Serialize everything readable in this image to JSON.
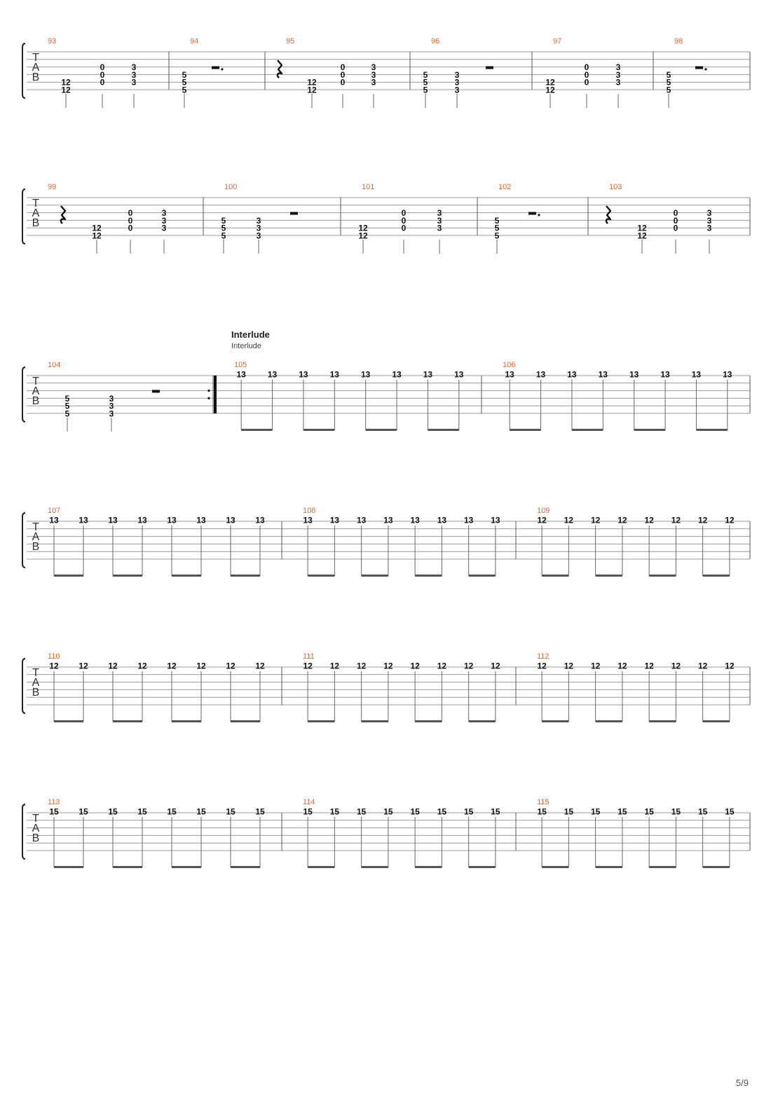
{
  "tab_clef": [
    "T",
    "A",
    "B"
  ],
  "section": {
    "title": "Interlude",
    "subtitle": "Interlude"
  },
  "page_number": "5/9",
  "colors": {
    "measure_number": "#e8642c",
    "staff_line": "#9a9a9a",
    "note": "#111111",
    "barline": "#555555"
  },
  "systems": [
    {
      "measures": [
        {
          "number": "93",
          "events": [
            {
              "kind": "chord",
              "frets": [
                null,
                null,
                null,
                null,
                "12",
                "12"
              ]
            },
            {
              "kind": "chord",
              "frets": [
                null,
                null,
                "0",
                "0",
                "0",
                null
              ]
            },
            {
              "kind": "chord",
              "frets": [
                null,
                null,
                "3",
                "3",
                "3",
                null
              ]
            }
          ]
        },
        {
          "number": "94",
          "events": [
            {
              "kind": "chord",
              "frets": [
                null,
                null,
                null,
                "5",
                "5",
                "5"
              ]
            },
            {
              "kind": "rest",
              "rest": "half-dotted"
            }
          ]
        },
        {
          "number": "95",
          "events": [
            {
              "kind": "rest",
              "rest": "quarter"
            },
            {
              "kind": "chord",
              "frets": [
                null,
                null,
                null,
                null,
                "12",
                "12"
              ]
            },
            {
              "kind": "chord",
              "frets": [
                null,
                null,
                "0",
                "0",
                "0",
                null
              ]
            },
            {
              "kind": "chord",
              "frets": [
                null,
                null,
                "3",
                "3",
                "3",
                null
              ]
            }
          ]
        },
        {
          "number": "96",
          "events": [
            {
              "kind": "chord",
              "frets": [
                null,
                null,
                null,
                "5",
                "5",
                "5"
              ]
            },
            {
              "kind": "chord",
              "frets": [
                null,
                null,
                null,
                "3",
                "3",
                "3"
              ]
            },
            {
              "kind": "rest",
              "rest": "half"
            }
          ]
        },
        {
          "number": "97",
          "events": [
            {
              "kind": "chord",
              "frets": [
                null,
                null,
                null,
                null,
                "12",
                "12"
              ]
            },
            {
              "kind": "chord",
              "frets": [
                null,
                null,
                "0",
                "0",
                "0",
                null
              ]
            },
            {
              "kind": "chord",
              "frets": [
                null,
                null,
                "3",
                "3",
                "3",
                null
              ]
            }
          ]
        },
        {
          "number": "98",
          "events": [
            {
              "kind": "chord",
              "frets": [
                null,
                null,
                null,
                "5",
                "5",
                "5"
              ]
            },
            {
              "kind": "rest",
              "rest": "half-dotted"
            }
          ]
        }
      ]
    },
    {
      "measures": [
        {
          "number": "99",
          "events": [
            {
              "kind": "rest",
              "rest": "quarter"
            },
            {
              "kind": "chord",
              "frets": [
                null,
                null,
                null,
                null,
                "12",
                "12"
              ]
            },
            {
              "kind": "chord",
              "frets": [
                null,
                null,
                "0",
                "0",
                "0",
                null
              ]
            },
            {
              "kind": "chord",
              "frets": [
                null,
                null,
                "3",
                "3",
                "3",
                null
              ]
            }
          ]
        },
        {
          "number": "100",
          "events": [
            {
              "kind": "chord",
              "frets": [
                null,
                null,
                null,
                "5",
                "5",
                "5"
              ]
            },
            {
              "kind": "chord",
              "frets": [
                null,
                null,
                null,
                "3",
                "3",
                "3"
              ]
            },
            {
              "kind": "rest",
              "rest": "half"
            }
          ]
        },
        {
          "number": "101",
          "events": [
            {
              "kind": "chord",
              "frets": [
                null,
                null,
                null,
                null,
                "12",
                "12"
              ]
            },
            {
              "kind": "chord",
              "frets": [
                null,
                null,
                "0",
                "0",
                "0",
                null
              ]
            },
            {
              "kind": "chord",
              "frets": [
                null,
                null,
                "3",
                "3",
                "3",
                null
              ]
            }
          ]
        },
        {
          "number": "102",
          "events": [
            {
              "kind": "chord",
              "frets": [
                null,
                null,
                null,
                "5",
                "5",
                "5"
              ]
            },
            {
              "kind": "rest",
              "rest": "half-dotted"
            }
          ]
        },
        {
          "number": "103",
          "events": [
            {
              "kind": "rest",
              "rest": "quarter"
            },
            {
              "kind": "chord",
              "frets": [
                null,
                null,
                null,
                null,
                "12",
                "12"
              ]
            },
            {
              "kind": "chord",
              "frets": [
                null,
                null,
                "0",
                "0",
                "0",
                null
              ]
            },
            {
              "kind": "chord",
              "frets": [
                null,
                null,
                "3",
                "3",
                "3",
                null
              ]
            }
          ]
        }
      ]
    },
    {
      "measures": [
        {
          "number": "104",
          "end_barline": "repeat-start",
          "events": [
            {
              "kind": "chord",
              "frets": [
                null,
                null,
                null,
                "5",
                "5",
                "5"
              ]
            },
            {
              "kind": "chord",
              "frets": [
                null,
                null,
                null,
                "3",
                "3",
                "3"
              ]
            },
            {
              "kind": "rest",
              "rest": "half"
            }
          ]
        },
        {
          "number": "105",
          "eighths": [
            [
              "13",
              "13"
            ],
            [
              "13",
              "13"
            ],
            [
              "13",
              "13"
            ],
            [
              "13",
              "13"
            ]
          ]
        },
        {
          "number": "106",
          "eighths": [
            [
              "13",
              "13"
            ],
            [
              "13",
              "13"
            ],
            [
              "13",
              "13"
            ],
            [
              "13",
              "13"
            ]
          ]
        }
      ]
    },
    {
      "measures": [
        {
          "number": "107",
          "eighths": [
            [
              "13",
              "13"
            ],
            [
              "13",
              "13"
            ],
            [
              "13",
              "13"
            ],
            [
              "13",
              "13"
            ]
          ]
        },
        {
          "number": "108",
          "eighths": [
            [
              "13",
              "13"
            ],
            [
              "13",
              "13"
            ],
            [
              "13",
              "13"
            ],
            [
              "13",
              "13"
            ]
          ]
        },
        {
          "number": "109",
          "eighths": [
            [
              "12",
              "12"
            ],
            [
              "12",
              "12"
            ],
            [
              "12",
              "12"
            ],
            [
              "12",
              "12"
            ]
          ]
        }
      ]
    },
    {
      "measures": [
        {
          "number": "110",
          "eighths": [
            [
              "12",
              "12"
            ],
            [
              "12",
              "12"
            ],
            [
              "12",
              "12"
            ],
            [
              "12",
              "12"
            ]
          ]
        },
        {
          "number": "111",
          "eighths": [
            [
              "12",
              "12"
            ],
            [
              "12",
              "12"
            ],
            [
              "12",
              "12"
            ],
            [
              "12",
              "12"
            ]
          ]
        },
        {
          "number": "112",
          "eighths": [
            [
              "12",
              "12"
            ],
            [
              "12",
              "12"
            ],
            [
              "12",
              "12"
            ],
            [
              "12",
              "12"
            ]
          ]
        }
      ]
    },
    {
      "measures": [
        {
          "number": "113",
          "eighths": [
            [
              "15",
              "15"
            ],
            [
              "15",
              "15"
            ],
            [
              "15",
              "15"
            ],
            [
              "15",
              "15"
            ]
          ]
        },
        {
          "number": "114",
          "eighths": [
            [
              "15",
              "15"
            ],
            [
              "15",
              "15"
            ],
            [
              "15",
              "15"
            ],
            [
              "15",
              "15"
            ]
          ]
        },
        {
          "number": "115",
          "eighths": [
            [
              "15",
              "15"
            ],
            [
              "15",
              "15"
            ],
            [
              "15",
              "15"
            ],
            [
              "15",
              "15"
            ]
          ]
        }
      ]
    }
  ]
}
